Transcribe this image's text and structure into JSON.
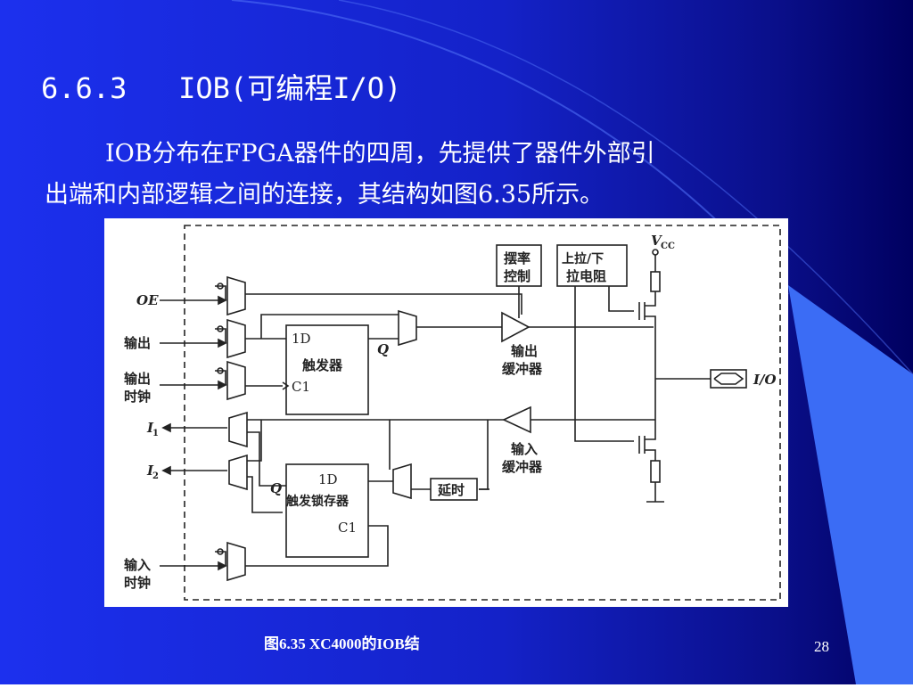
{
  "slide": {
    "title": "6.6.3   IOB(可编程I/O)",
    "body_line1": "IOB分布在FPGA器件的四周，先提供了器件外部引",
    "body_line2": "出端和内部逻辑之间的连接，其结构如图6.35所示。",
    "caption": "图6.35    XC4000的IOB结",
    "page_number": "28"
  },
  "colors": {
    "background_top": "#1a2ee8",
    "background_dark": "#000066",
    "accent_wedge": "#3b6cf5",
    "text": "#ffffff",
    "diagram_ink": "#222222"
  },
  "diagram": {
    "labels": {
      "oe": "OE",
      "out": "输出",
      "out_clock_1": "输出",
      "out_clock_2": "时钟",
      "i1": "I",
      "i1_sub": "1",
      "i2": "I",
      "i2_sub": "2",
      "in_clock_1": "输入",
      "in_clock_2": "时钟",
      "ff_d": "1D",
      "ff_name": "触发器",
      "ff_clk": "C1",
      "ff_q": "Q",
      "latch_d": "1D",
      "latch_name": "触发锁存器",
      "latch_clk": "C1",
      "latch_q": "Q",
      "slew_1": "摆率",
      "slew_2": "控制",
      "pull_1": "上拉/下",
      "pull_2": "拉电阻",
      "vcc": "V",
      "vcc_sub": "CC",
      "out_buf_1": "输出",
      "out_buf_2": "缓冲器",
      "in_buf_1": "输入",
      "in_buf_2": "缓冲器",
      "delay": "延时",
      "io": "I/O"
    }
  }
}
